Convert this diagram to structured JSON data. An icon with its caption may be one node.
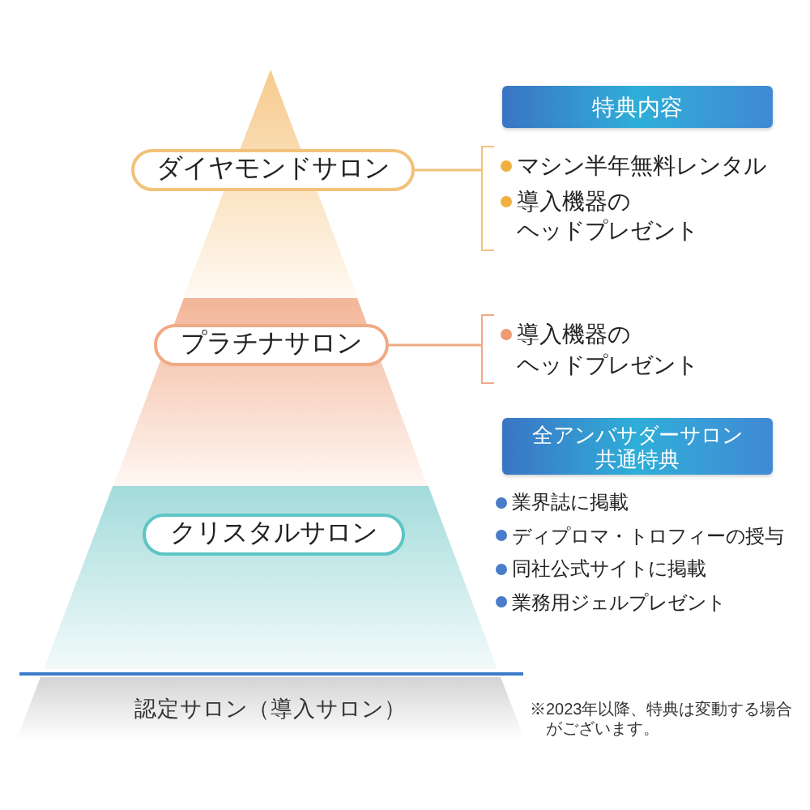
{
  "diagram": {
    "nodes": [
      {
        "text": [],
        "shape": "triangle"
      },
      {
        "text": [
          "ダイヤモンドサロン"
        ]
      },
      {
        "text": [
          "特典内容"
        ]
      },
      {
        "text": [
          "マシン半年無料レンタル",
          "導入機器のヘッドプレゼント"
        ]
      },
      {
        "text": [],
        "shape": "trapezoid"
      },
      {
        "text": [
          "プラチナサロン"
        ],
        "in": 4
      },
      {
        "text": [
          "導入機器のヘッドプレゼント"
        ]
      },
      {
        "text": [
          "全アンバサダーサロン共通特典"
        ]
      },
      {
        "text": [],
        "shape": "trapezoid"
      },
      {
        "text": [
          "クリスタルサロン"
        ],
        "in": 8
      },
      {
        "text": [
          "認定サロン（導入サロン）"
        ]
      }
    ],
    "edges": [
      {
        "from": 1,
        "to": 3,
        "arrow": "none",
        "color": "#f2c27a"
      },
      {
        "from": 5,
        "to": 6,
        "arrow": "none",
        "color": "#f0aa86"
      }
    ],
    "labels": [
      "業界誌に掲載",
      "ディプロマ・トロフィーの授与",
      "同社公式サイトに掲載",
      "業務用ジェルプレゼント",
      "※2023年以降、特典は変動する場合がございます。"
    ]
  }
}
